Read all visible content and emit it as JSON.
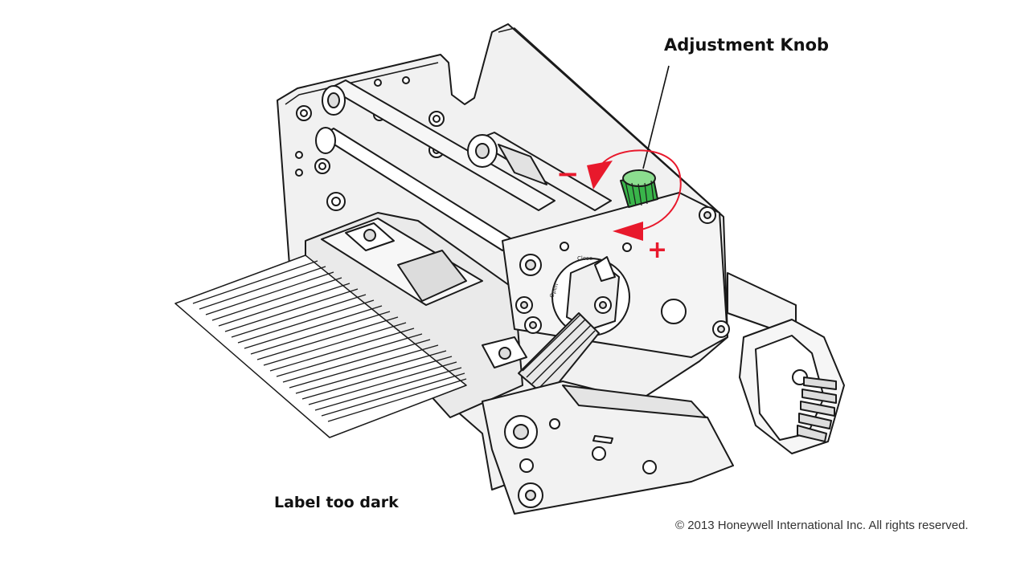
{
  "labels": {
    "adjustment_knob": "Adjustment Knob",
    "caption": "Label too dark",
    "copyright": "© 2013 Honeywell International Inc. All rights reserved.",
    "minus_sign": "−",
    "plus_sign": "+",
    "dial_close": "Close",
    "dial_open": "Open"
  },
  "colors": {
    "arrow_red": "#e8192c",
    "knob_green": "#39b54a",
    "line": "#1a1a1a",
    "part_fill": "#eeeeee"
  }
}
